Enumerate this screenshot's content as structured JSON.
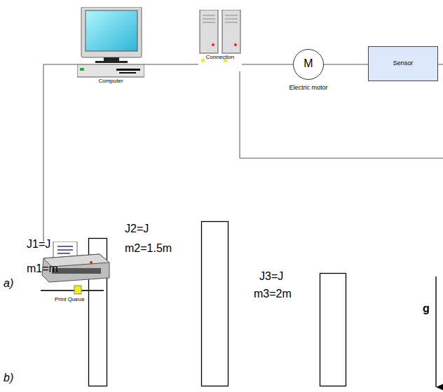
{
  "diagram": {
    "nodes": [
      {
        "text": [
          "Computer"
        ]
      },
      {
        "text": [
          "Connection"
        ]
      },
      {
        "text": [
          "M",
          "Electric motor"
        ]
      },
      {
        "text": [
          "Sensor"
        ]
      },
      {
        "text": [
          "Print Queue"
        ]
      }
    ],
    "edges": [
      {
        "from": 0,
        "to": 1,
        "arrow": "none"
      },
      {
        "from": 1,
        "to": 2,
        "arrow": "none"
      },
      {
        "from": 2,
        "to": 3,
        "arrow": "none"
      },
      {
        "from": 0,
        "to": 4,
        "arrow": "none"
      }
    ],
    "labels": [
      "a)",
      "b)",
      "J1=J",
      "m1=m",
      "J2=J",
      "m2=1.5m",
      "J3=J",
      "m3=2m",
      "g"
    ]
  }
}
